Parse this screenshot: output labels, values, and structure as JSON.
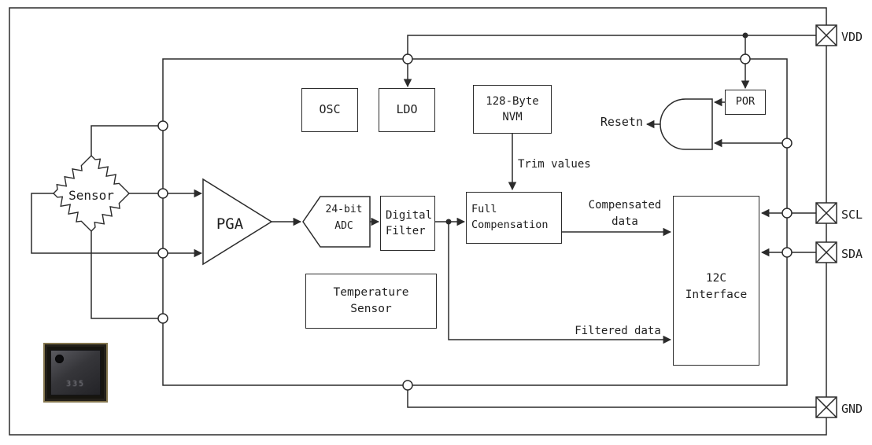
{
  "blocks": {
    "osc": "OSC",
    "ldo": "LDO",
    "nvm": [
      "128-Byte",
      "NVM"
    ],
    "por": "POR",
    "sensor_bridge": "Sensor",
    "pga": "PGA",
    "adc": [
      "24-bit",
      "ADC"
    ],
    "digital_filter": [
      "Digital",
      "Filter"
    ],
    "full_compensation": [
      "Full",
      "Compensation"
    ],
    "temperature_sensor": [
      "Temperature",
      "Sensor"
    ],
    "i2c_interface": [
      "12C",
      "Interface"
    ]
  },
  "signal_labels": {
    "resetn": "Resetn",
    "trim_values": "Trim values",
    "compensated_data": [
      "Compensated",
      "data"
    ],
    "filtered_data": "Filtered data"
  },
  "pins": {
    "vdd": "VDD",
    "scl": "SCL",
    "sda": "SDA",
    "gnd": "GND"
  },
  "chip_photo": {
    "marking": "335"
  },
  "colors": {
    "line": "#2b2b2b",
    "background": "#ffffff"
  }
}
